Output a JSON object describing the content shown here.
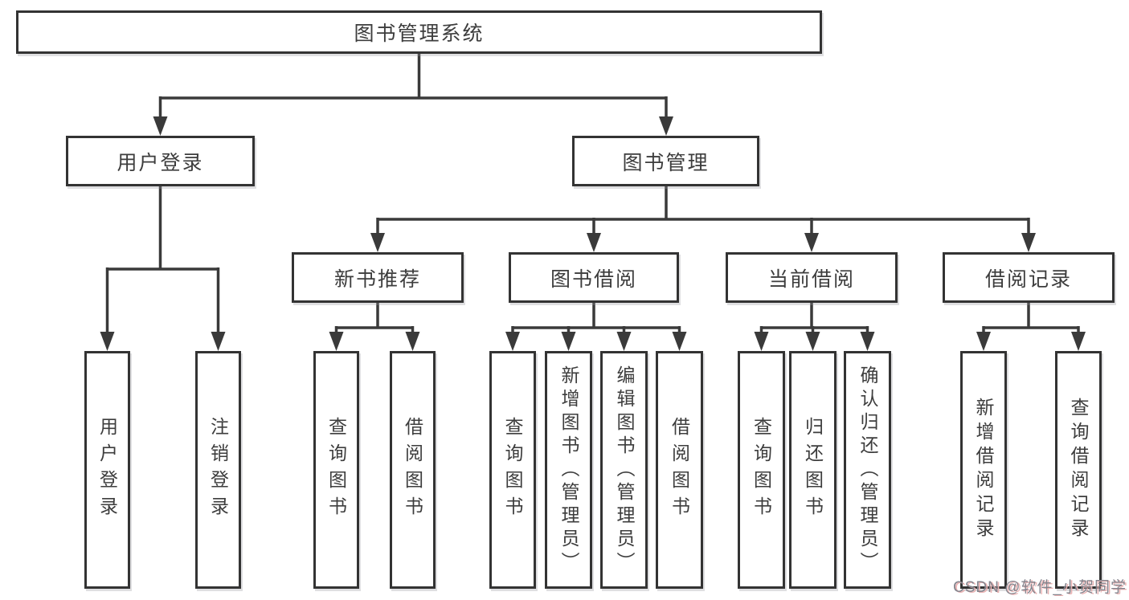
{
  "diagram": {
    "root": {
      "label": "图书管理系统"
    },
    "level2": [
      {
        "label": "用户登录",
        "children": [
          {
            "label": "用户登录"
          },
          {
            "label": "注销登录"
          }
        ]
      },
      {
        "label": "图书管理",
        "children": [
          {
            "label": "新书推荐",
            "children": [
              {
                "label": "查询图书"
              },
              {
                "label": "借阅图书"
              }
            ]
          },
          {
            "label": "图书借阅",
            "children": [
              {
                "label": "查询图书"
              },
              {
                "label": "新增图书（管理员）"
              },
              {
                "label": "编辑图书（管理员）"
              },
              {
                "label": "借阅图书"
              }
            ]
          },
          {
            "label": "当前借阅",
            "children": [
              {
                "label": "查询图书"
              },
              {
                "label": "归还图书"
              },
              {
                "label": "确认归还（管理员）"
              }
            ]
          },
          {
            "label": "借阅记录",
            "children": [
              {
                "label": "新增借阅记录"
              },
              {
                "label": "查询借阅记录"
              }
            ]
          }
        ]
      }
    ],
    "colors": {
      "line": "#3a3a3a",
      "box_border": "#333333",
      "text": "#3d3d3d",
      "background": "#ffffff",
      "watermark": "#84848d"
    }
  },
  "watermark": {
    "text": "CSDN @软件_小贺同学"
  }
}
